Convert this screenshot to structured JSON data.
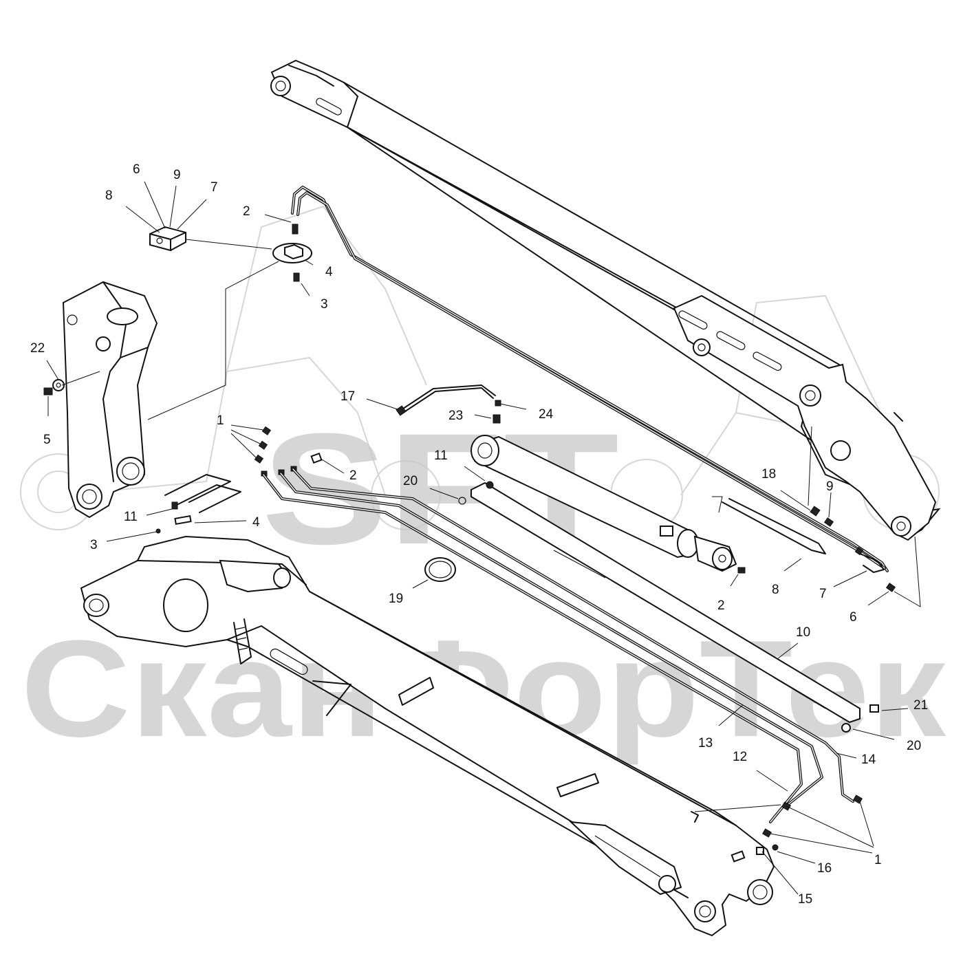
{
  "watermark": {
    "logo_text": "SFT",
    "brand_text": "СканФорТек"
  },
  "callouts": [
    {
      "id": "c1a",
      "label": "1"
    },
    {
      "id": "c1b",
      "label": "1"
    },
    {
      "id": "c2a",
      "label": "2"
    },
    {
      "id": "c2b",
      "label": "2"
    },
    {
      "id": "c2c",
      "label": "2"
    },
    {
      "id": "c3a",
      "label": "3"
    },
    {
      "id": "c3b",
      "label": "3"
    },
    {
      "id": "c4a",
      "label": "4"
    },
    {
      "id": "c4b",
      "label": "4"
    },
    {
      "id": "c5",
      "label": "5"
    },
    {
      "id": "c6a",
      "label": "6"
    },
    {
      "id": "c6b",
      "label": "6"
    },
    {
      "id": "c7a",
      "label": "7"
    },
    {
      "id": "c7b",
      "label": "7"
    },
    {
      "id": "c8a",
      "label": "8"
    },
    {
      "id": "c8b",
      "label": "8"
    },
    {
      "id": "c9a",
      "label": "9"
    },
    {
      "id": "c9b",
      "label": "9"
    },
    {
      "id": "c10",
      "label": "10"
    },
    {
      "id": "c11a",
      "label": "11"
    },
    {
      "id": "c11b",
      "label": "11"
    },
    {
      "id": "c12",
      "label": "12"
    },
    {
      "id": "c13",
      "label": "13"
    },
    {
      "id": "c14",
      "label": "14"
    },
    {
      "id": "c15",
      "label": "15"
    },
    {
      "id": "c16",
      "label": "16"
    },
    {
      "id": "c17",
      "label": "17"
    },
    {
      "id": "c18",
      "label": "18"
    },
    {
      "id": "c19",
      "label": "19"
    },
    {
      "id": "c20a",
      "label": "20"
    },
    {
      "id": "c20b",
      "label": "20"
    },
    {
      "id": "c21",
      "label": "21"
    },
    {
      "id": "c22",
      "label": "22"
    },
    {
      "id": "c23",
      "label": "23"
    },
    {
      "id": "c24",
      "label": "24"
    }
  ]
}
